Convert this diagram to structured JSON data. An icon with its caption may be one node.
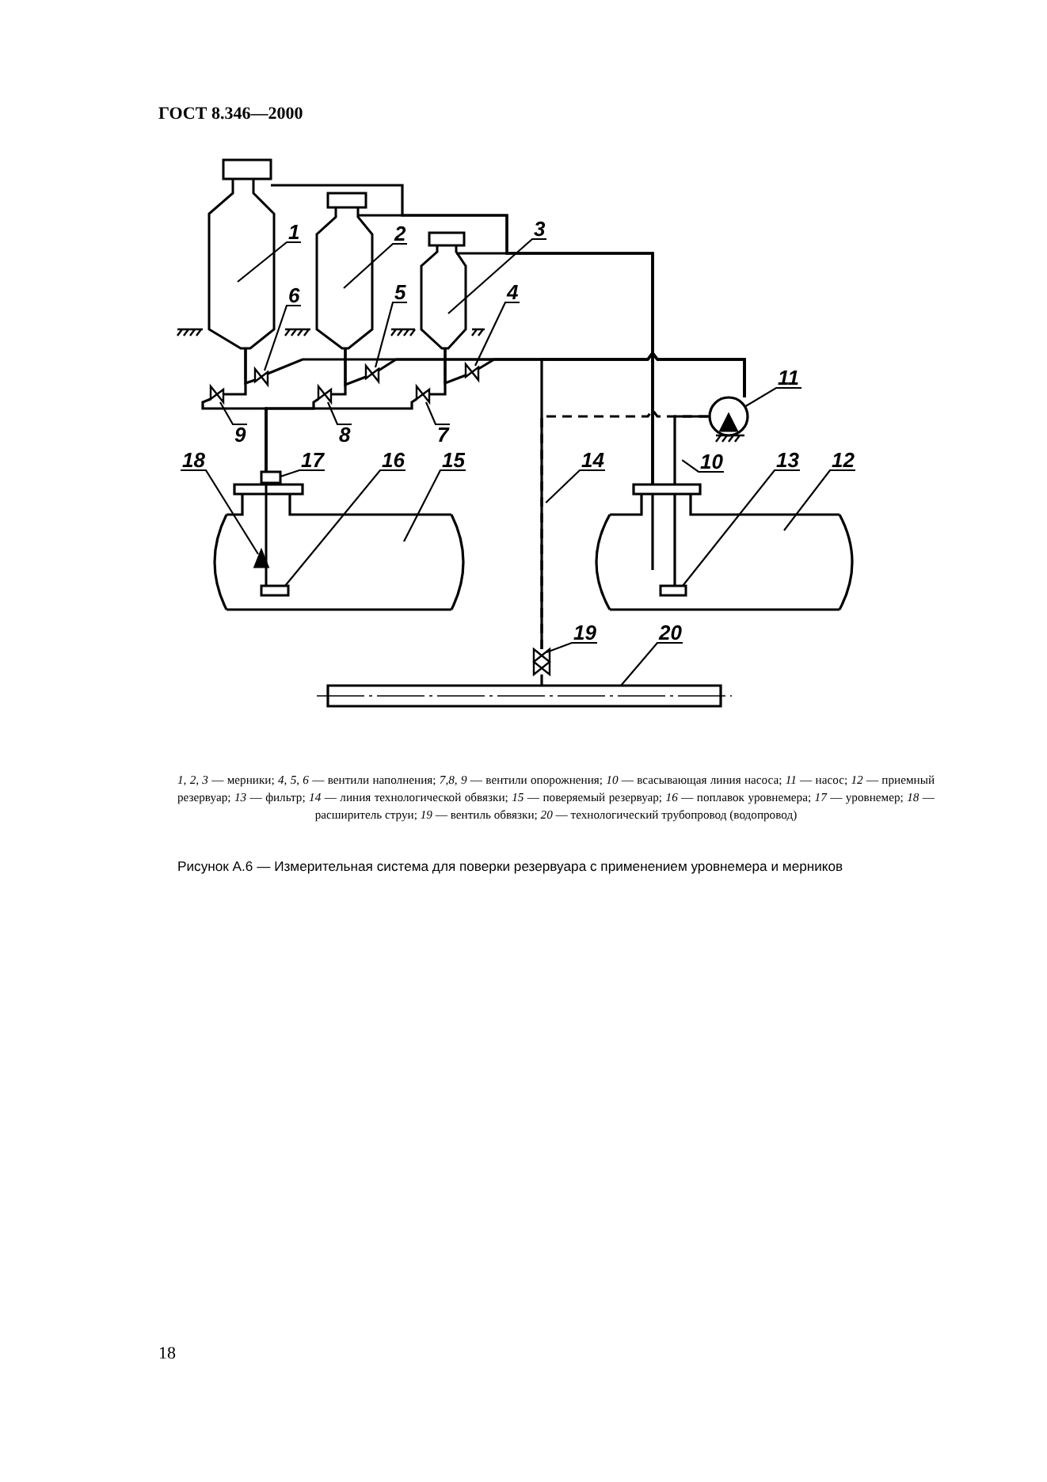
{
  "diagram": {
    "caption": "Рисунок А.6 — Измерительная система для поверки резервуара с применением уровнемера и мерников",
    "nodes": [
      {
        "text": [
          "1"
        ]
      },
      {
        "text": [
          "2"
        ]
      },
      {
        "text": [
          "3"
        ]
      },
      {
        "text": [
          "4"
        ]
      },
      {
        "text": [
          "5"
        ]
      },
      {
        "text": [
          "6"
        ]
      },
      {
        "text": [
          "7"
        ]
      },
      {
        "text": [
          "8"
        ]
      },
      {
        "text": [
          "9"
        ]
      },
      {
        "text": [
          "10"
        ]
      },
      {
        "text": [
          "11"
        ]
      },
      {
        "text": [
          "12"
        ]
      },
      {
        "text": [
          "13"
        ]
      },
      {
        "text": [
          "14"
        ]
      },
      {
        "text": [
          "15"
        ]
      },
      {
        "text": [
          "16"
        ]
      },
      {
        "text": [
          "17"
        ]
      },
      {
        "text": [
          "18"
        ]
      },
      {
        "text": [
          "19"
        ]
      },
      {
        "text": [
          "20"
        ]
      },
      {
        "text": [],
        "shape": "box"
      },
      {
        "text": [],
        "shape": "box"
      },
      {
        "text": [],
        "shape": "box"
      },
      {
        "text": [],
        "shape": "box"
      },
      {
        "text": [],
        "shape": "box"
      },
      {
        "text": [],
        "shape": "box"
      },
      {
        "text": [],
        "shape": "box"
      },
      {
        "text": [],
        "shape": "box"
      },
      {
        "text": [],
        "shape": "box"
      },
      {
        "text": [],
        "shape": "circle"
      },
      {
        "text": [],
        "shape": "cylinder"
      },
      {
        "text": [],
        "shape": "box",
        "in": 30
      },
      {
        "text": [],
        "shape": "cylinder"
      },
      {
        "text": [],
        "shape": "box",
        "in": 32
      },
      {
        "text": [],
        "shape": "box"
      },
      {
        "text": [],
        "shape": "picture",
        "in": 32
      },
      {
        "text": [],
        "shape": "box"
      },
      {
        "text": [],
        "shape": "bar"
      }
    ],
    "edges": [
      {
        "from": 0,
        "to": 20,
        "arrow": "none"
      },
      {
        "from": 1,
        "to": 21,
        "arrow": "none"
      },
      {
        "from": 2,
        "to": 22,
        "arrow": "none"
      },
      {
        "from": 3,
        "to": 23,
        "arrow": "none"
      },
      {
        "from": 4,
        "to": 24,
        "arrow": "none"
      },
      {
        "from": 5,
        "to": 25,
        "arrow": "none"
      },
      {
        "from": 6,
        "to": 26,
        "arrow": "none"
      },
      {
        "from": 7,
        "to": 27,
        "arrow": "none"
      },
      {
        "from": 8,
        "to": 28,
        "arrow": "none"
      },
      {
        "from": 9,
        "to": null,
        "arrow": "none"
      },
      {
        "from": 10,
        "to": 29,
        "arrow": "none"
      },
      {
        "from": 11,
        "to": 30,
        "arrow": "none"
      },
      {
        "from": 12,
        "to": 31,
        "arrow": "none"
      },
      {
        "from": 13,
        "to": null,
        "arrow": "none"
      },
      {
        "from": 14,
        "to": 32,
        "arrow": "none"
      },
      {
        "from": 15,
        "to": 33,
        "arrow": "none"
      },
      {
        "from": 16,
        "to": 34,
        "arrow": "none"
      },
      {
        "from": 17,
        "to": 35,
        "arrow": "none"
      },
      {
        "from": 18,
        "to": 36,
        "arrow": "none"
      },
      {
        "from": 19,
        "to": 37,
        "arrow": "none"
      },
      {
        "from": 20,
        "to": 30,
        "arrow": "none"
      },
      {
        "from": 21,
        "to": 30,
        "arrow": "none"
      },
      {
        "from": 22,
        "to": 30,
        "arrow": "none"
      },
      {
        "from": 29,
        "to": 25,
        "arrow": "none"
      },
      {
        "from": 29,
        "to": 24,
        "arrow": "none"
      },
      {
        "from": 29,
        "to": 23,
        "arrow": "none"
      },
      {
        "from": 25,
        "to": 20,
        "arrow": "none"
      },
      {
        "from": 24,
        "to": 21,
        "arrow": "none"
      },
      {
        "from": 23,
        "to": 22,
        "arrow": "none"
      },
      {
        "from": 20,
        "to": 28,
        "arrow": "none"
      },
      {
        "from": 21,
        "to": 27,
        "arrow": "none"
      },
      {
        "from": 22,
        "to": 26,
        "arrow": "none"
      },
      {
        "from": 28,
        "to": 34,
        "arrow": "none"
      },
      {
        "from": 27,
        "to": 34,
        "arrow": "none"
      },
      {
        "from": 26,
        "to": 34,
        "arrow": "none"
      },
      {
        "from": 36,
        "to": 29,
        "arrow": "none"
      },
      {
        "from": 36,
        "to": 29,
        "arrow": "none",
        "style": "dashed"
      },
      {
        "from": 29,
        "to": 30,
        "arrow": "none"
      },
      {
        "from": 36,
        "to": 37,
        "arrow": "none"
      }
    ],
    "labels": [
      "ГОСТ 8.346—2000",
      "*1, 2, 3* — мерники; *4, 5, 6* — вентили наполнения; *7,8, 9* — вентили опорожнения; *10* — всасывающая линия насоса; *11* — насос; *12* — приемный резервуар; *13* — фильтр; *14* — линия технологической обвязки; *15* — поверяемый резервуар; *16* — поплавок уровнемера; *17* — уровнемер; *18* — расширитель струи; *19* — вентиль обвязки; *20* — технологический трубопровод (водопровод)",
      "18"
    ]
  }
}
